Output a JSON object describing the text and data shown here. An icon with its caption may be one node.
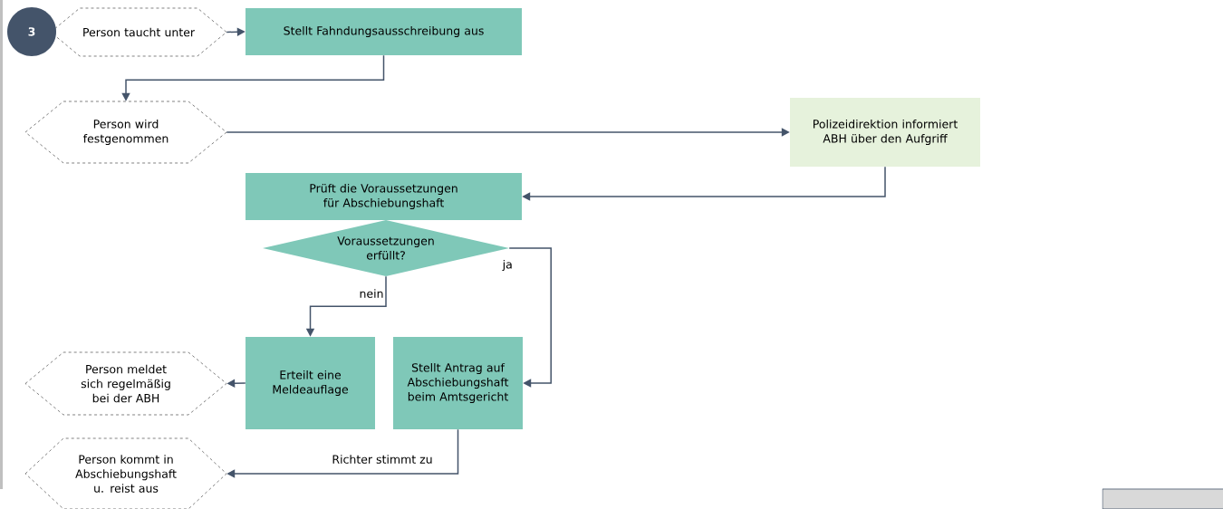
{
  "diagram": {
    "nodes": [
      {
        "text": [
          "3"
        ]
      },
      {
        "text": [
          "Person taucht unter"
        ]
      },
      {
        "text": [
          "Stellt Fahndungsausschreibung aus"
        ]
      },
      {
        "text": [
          "Person wird festgenommen"
        ]
      },
      {
        "text": [
          "Polizeidirektion informiert ABH über den Aufgriff"
        ]
      },
      {
        "text": [
          "Prüft die Voraussetzungen für Abschiebungshaft"
        ]
      },
      {
        "text": [
          "Voraussetzungen erfüllt?"
        ]
      },
      {
        "text": [
          "Person meldet sich regelmäßig bei der ABH"
        ]
      },
      {
        "text": [
          "Erteilt eine Meldeauflage"
        ]
      },
      {
        "text": [
          "Stellt Antrag auf Abschiebungshaft beim Amtsgericht"
        ]
      },
      {
        "text": [
          "Person kommt in Abschiebungshaft u. reist aus"
        ]
      }
    ],
    "edges": [
      {
        "from": 1,
        "to": 2,
        "arrow": "to"
      },
      {
        "from": 2,
        "to": 3,
        "arrow": "to"
      },
      {
        "from": 3,
        "to": 4,
        "arrow": "to"
      },
      {
        "from": 4,
        "to": 5,
        "arrow": "to"
      },
      {
        "from": 6,
        "to": 9,
        "arrow": "to",
        "label": "ja"
      },
      {
        "from": 6,
        "to": 8,
        "arrow": "to",
        "label": "nein"
      },
      {
        "from": 8,
        "to": 7,
        "arrow": "to"
      },
      {
        "from": 9,
        "to": 10,
        "arrow": "to",
        "label": "Richter stimmt zu"
      }
    ]
  }
}
